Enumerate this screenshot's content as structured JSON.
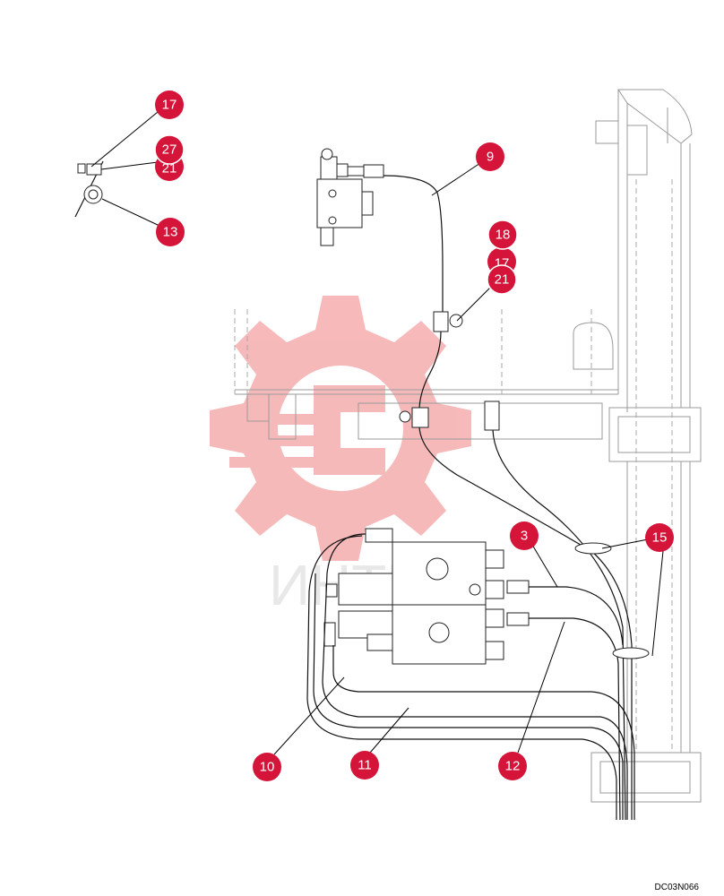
{
  "watermark": {
    "text": "ИНТЕХ",
    "color": "#f5a3a3"
  },
  "drawing_code": "DC03N066",
  "callout_color": "#d5143a",
  "callouts": [
    {
      "id": "c17a",
      "label": "17"
    },
    {
      "id": "c27",
      "label": "27"
    },
    {
      "id": "c21a",
      "label": "21"
    },
    {
      "id": "c13",
      "label": "13"
    },
    {
      "id": "c9",
      "label": "9"
    },
    {
      "id": "c18",
      "label": "18"
    },
    {
      "id": "c17b",
      "label": "17"
    },
    {
      "id": "c21b",
      "label": "21"
    },
    {
      "id": "c3",
      "label": "3"
    },
    {
      "id": "c15",
      "label": "15"
    },
    {
      "id": "c10",
      "label": "10"
    },
    {
      "id": "c11",
      "label": "11"
    },
    {
      "id": "c12",
      "label": "12"
    }
  ]
}
